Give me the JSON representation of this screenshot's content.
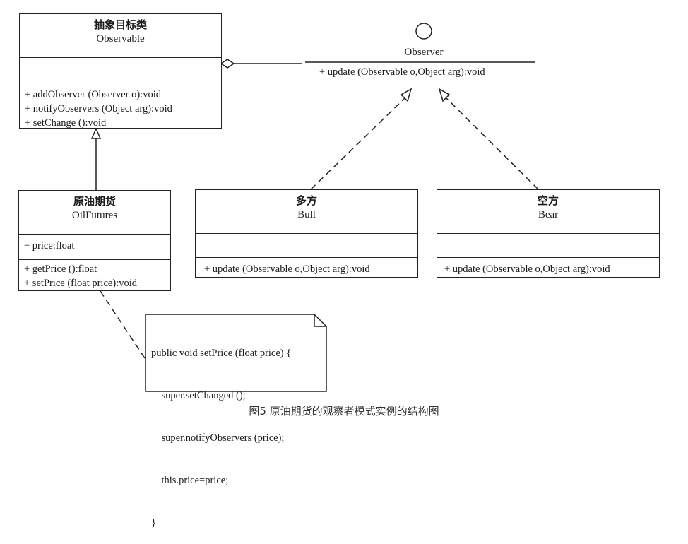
{
  "observable": {
    "name_cn": "抽象目标类",
    "name_en": "Observable",
    "methods": [
      "+ addObserver (Observer o):void",
      "+ notifyObservers (Object arg):void",
      "+ setChange ():void"
    ]
  },
  "observer": {
    "name": "Observer",
    "method": "+ update (Observable o,Object arg):void"
  },
  "oilfutures": {
    "name_cn": "原油期货",
    "name_en": "OilFutures",
    "attribute": "− price:float",
    "methods": [
      "+ getPrice ():float",
      "+ setPrice (float price):void"
    ]
  },
  "bull": {
    "name_cn": "多方",
    "name_en": "Bull",
    "method": "+ update (Observable o,Object arg):void"
  },
  "bear": {
    "name_cn": "空方",
    "name_en": "Bear",
    "method": "+ update (Observable o,Object arg):void"
  },
  "note": {
    "lines": [
      "public void setPrice (float price) {",
      "    super.setChanged ();",
      "    super.notifyObservers (price);",
      "    this.price=price;",
      "}"
    ]
  },
  "caption": "图5 原油期货的观察者模式实例的结构图"
}
